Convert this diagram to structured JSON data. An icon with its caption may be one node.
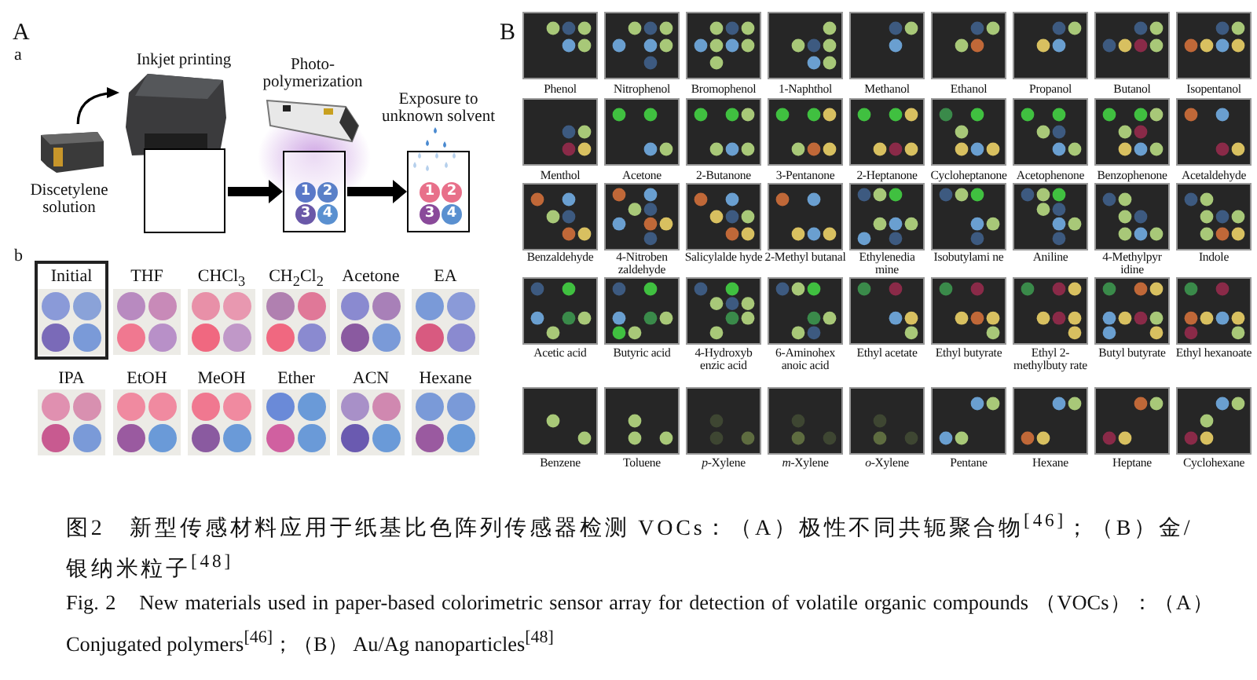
{
  "diagram": {
    "caption": "图2　新型传感材料应用于纸基比色阵列传感器检测 VOCs：（A）极性不同共轭聚合物$^{[46]}$；（B）金/银纳米粒子$^{[48]}$",
    "nodes": [
      {
        "text": [],
        "shape": "picture",
        "beside": [
          "Discetylene solution"
        ]
      },
      {
        "text": [],
        "shape": "picture",
        "beside": [
          "Inkjet printing"
        ]
      },
      {
        "text": [],
        "shape": "picture",
        "beside": [
          "Photo-polymerization"
        ]
      },
      {
        "text": [],
        "shape": "box"
      },
      {
        "text": [
          "1"
        ],
        "in": 3
      },
      {
        "text": [
          "2"
        ],
        "in": 3
      },
      {
        "text": [
          "3"
        ],
        "in": 3
      },
      {
        "text": [
          "4"
        ],
        "in": 3
      },
      {
        "text": [],
        "shape": "box",
        "beside": [
          "Exposure to unknown solvent"
        ]
      },
      {
        "text": [
          "1"
        ],
        "in": 8
      },
      {
        "text": [
          "2"
        ],
        "in": 8
      },
      {
        "text": [
          "3"
        ],
        "in": 8
      },
      {
        "text": [
          "4"
        ],
        "in": 8
      },
      {
        "text": [
          "Initial"
        ]
      }
    ],
    "edges": [
      {
        "from": 0,
        "to": 1,
        "arrow": "to"
      },
      {
        "from": 1,
        "to": 3,
        "arrow": "to"
      },
      {
        "from": 3,
        "to": 8,
        "arrow": "to"
      }
    ],
    "labels": [
      "A",
      "B",
      "a",
      "b",
      "THF",
      "CHCl$_{3}$",
      "CH$_{2}$Cl$_{2}$",
      "Acetone",
      "EA",
      "IPA",
      "EtOH",
      "MeOH",
      "Ether",
      "ACN",
      "Hexane",
      "Phenol",
      "Nitrophenol",
      "Bromophenol",
      "1-Naphthol",
      "Methanol",
      "Ethanol",
      "Propanol",
      "Butanol",
      "Isopentanol",
      "Menthol",
      "Acetone",
      "2-Butanone",
      "3-Pentanone",
      "2-Heptanone",
      "Cycloheptanone",
      "Acetophenone",
      "Benzophenone",
      "Acetaldehyde",
      "Benzaldehyde",
      "4-Nitroben zaldehyde",
      "Salicylalde hyde",
      "2-Methyl butanal",
      "Ethylenedia mine",
      "Isobutylami ne",
      "Aniline",
      "4-Methylpyr idine",
      "Indole",
      "Acetic acid",
      "Butyric acid",
      "4-Hydroxyb enzic acid",
      "6-Aminohex anoic acid",
      "Ethyl acetate",
      "Ethyl butyrate",
      "Ethyl 2-methylbuty rate",
      "Butyl butyrate",
      "Ethyl hexanoate",
      "Benzene",
      "Toluene",
      "*p*-Xylene",
      "*m*-Xylene",
      "*o*-Xylene",
      "Pentane",
      "Hexane",
      "Heptane",
      "Cyclohexane",
      "Fig. 2　New materials used in paper-based colorimetric sensor array for detection of volatile organic compounds （VOCs）：（A） Conjugated polymers$^{[46]}$；（B） Au/Ag nanoparticles$^{[48]}$"
    ]
  }
}
